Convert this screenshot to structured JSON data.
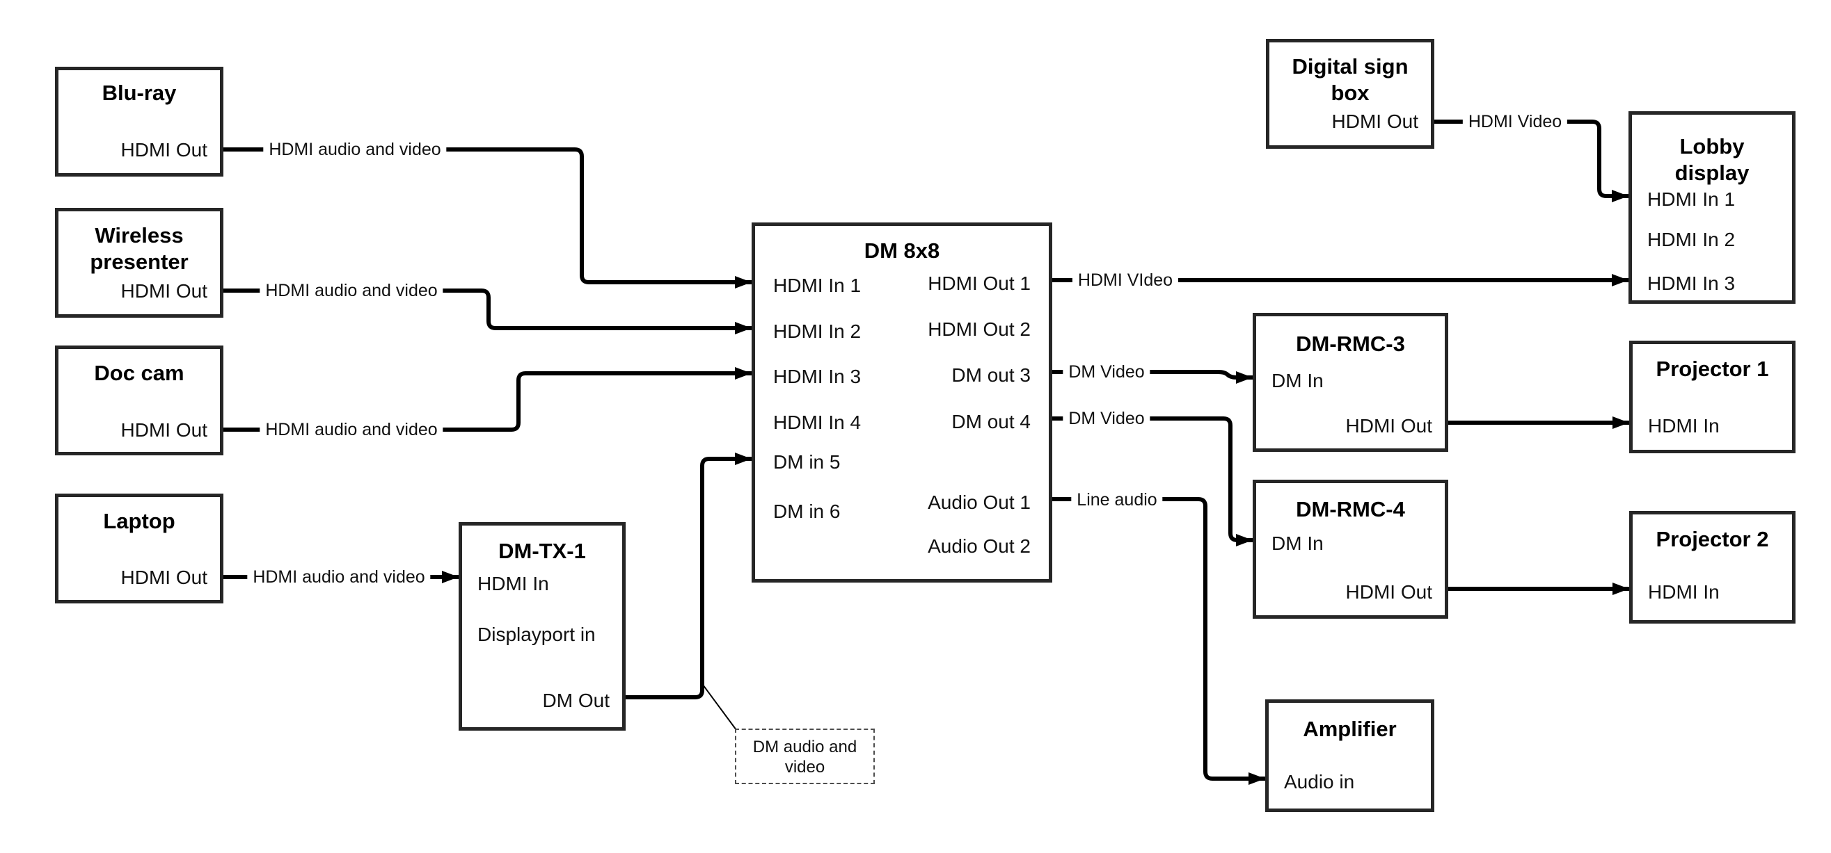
{
  "nodes": {
    "bluray": {
      "title": "Blu-ray",
      "ports": {
        "hdmi_out": "HDMI Out"
      }
    },
    "wireless": {
      "title_line1": "Wireless",
      "title_line2": "presenter",
      "ports": {
        "hdmi_out": "HDMI Out"
      }
    },
    "doccam": {
      "title": "Doc cam",
      "ports": {
        "hdmi_out": "HDMI Out"
      }
    },
    "laptop": {
      "title": "Laptop",
      "ports": {
        "hdmi_out": "HDMI Out"
      }
    },
    "dmtx1": {
      "title": "DM-TX-1",
      "ports": {
        "hdmi_in": "HDMI In",
        "displayport_in": "Displayport in",
        "dm_out": "DM Out"
      }
    },
    "dm8x8": {
      "title": "DM 8x8",
      "ports": {
        "hdmi_in_1": "HDMI In 1",
        "hdmi_in_2": "HDMI In 2",
        "hdmi_in_3": "HDMI In 3",
        "hdmi_in_4": "HDMI In 4",
        "dm_in_5": "DM in 5",
        "dm_in_6": "DM in 6",
        "hdmi_out_1": "HDMI Out 1",
        "hdmi_out_2": "HDMI Out 2",
        "dm_out_3": "DM out 3",
        "dm_out_4": "DM out 4",
        "audio_out_1": "Audio Out 1",
        "audio_out_2": "Audio Out 2"
      }
    },
    "digital_sign": {
      "title_line1": "Digital sign",
      "title_line2": "box",
      "ports": {
        "hdmi_out": "HDMI Out"
      }
    },
    "lobby": {
      "title_line1": "Lobby",
      "title_line2": "display",
      "ports": {
        "hdmi_in_1": "HDMI In 1",
        "hdmi_in_2": "HDMI In 2",
        "hdmi_in_3": "HDMI In 3"
      }
    },
    "dmrmc3": {
      "title": "DM-RMC-3",
      "ports": {
        "dm_in": "DM In",
        "hdmi_out": "HDMI Out"
      }
    },
    "proj1": {
      "title": "Projector 1",
      "ports": {
        "hdmi_in": "HDMI In"
      }
    },
    "dmrmc4": {
      "title": "DM-RMC-4",
      "ports": {
        "dm_in": "DM In",
        "hdmi_out": "HDMI Out"
      }
    },
    "proj2": {
      "title": "Projector 2",
      "ports": {
        "hdmi_in": "HDMI In"
      }
    },
    "amplifier": {
      "title": "Amplifier",
      "ports": {
        "audio_in": "Audio in"
      }
    }
  },
  "edge_labels": {
    "bluray_dm": "HDMI audio and video",
    "wireless_dm": "HDMI audio and video",
    "doccam_dm": "HDMI audio and video",
    "laptop_tx": "HDMI audio and video",
    "out1_lobby": "HDMI VIdeo",
    "out3_rmc3": "DM Video",
    "out4_rmc4": "DM Video",
    "audio1_amp": "Line audio",
    "sign_lobby": "HDMI Video"
  },
  "note": {
    "line1": "DM audio and",
    "line2": "video"
  }
}
